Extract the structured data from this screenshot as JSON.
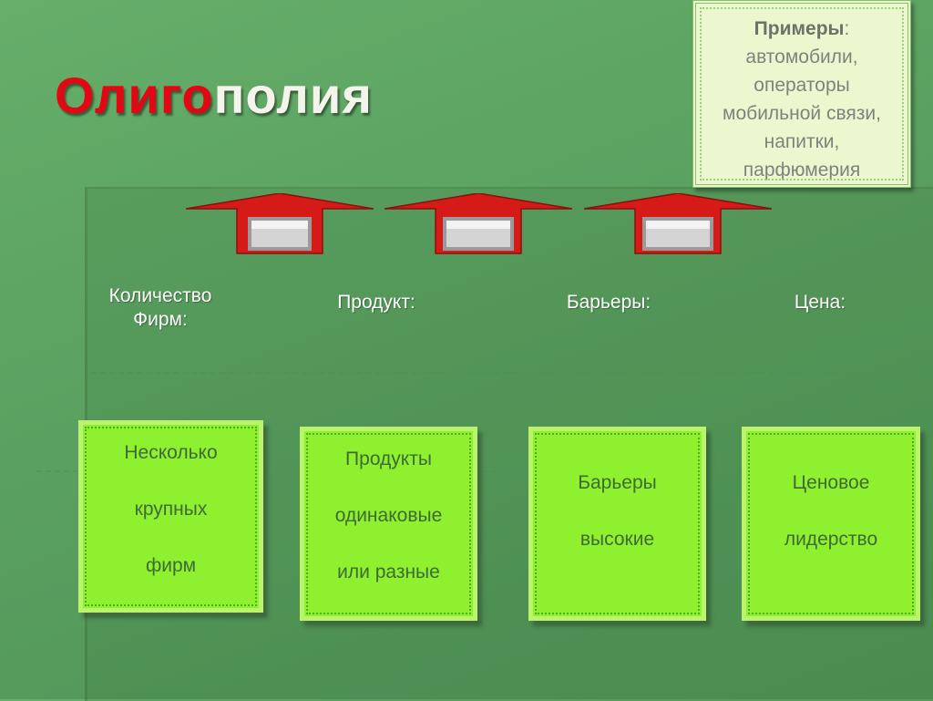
{
  "title": {
    "part1": "Олиго",
    "part2": "полия",
    "color_red": "#e30613",
    "color_white": "#f4f4ec"
  },
  "examples": {
    "heading": "Примеры",
    "colon": ":",
    "lines": [
      "автомобили,",
      "операторы",
      "мобильной связи,",
      "напитки,",
      "парфюмерия"
    ]
  },
  "categories": [
    {
      "lines": [
        "Количество",
        "Фирм:"
      ]
    },
    {
      "lines": [
        "Продукт:"
      ]
    },
    {
      "lines": [
        "Барьеры:"
      ]
    },
    {
      "lines": [
        "Цена:"
      ]
    }
  ],
  "cards": [
    {
      "lines": [
        "Несколько",
        "крупных",
        "фирм"
      ]
    },
    {
      "lines": [
        "Продукты",
        "одинаковые",
        "или разные"
      ]
    },
    {
      "lines": [
        "Барьеры",
        "высокие"
      ]
    },
    {
      "lines": [
        "Ценовое",
        "лидерство"
      ]
    }
  ],
  "colors": {
    "arrow_red": "#d51a18",
    "arrow_window": "#cfcfcf",
    "card_green": "#8ef02e",
    "card_text": "#3d6b35"
  }
}
